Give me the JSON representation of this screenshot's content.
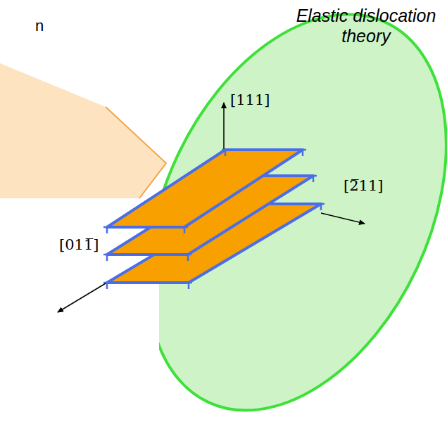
{
  "diagram": {
    "nodes": [
      {
        "text": [
          "Elastic dislocation theory"
        ]
      }
    ],
    "labels": [
      "n",
      "[111]",
      "[2̅11]",
      "[011̅]"
    ]
  }
}
